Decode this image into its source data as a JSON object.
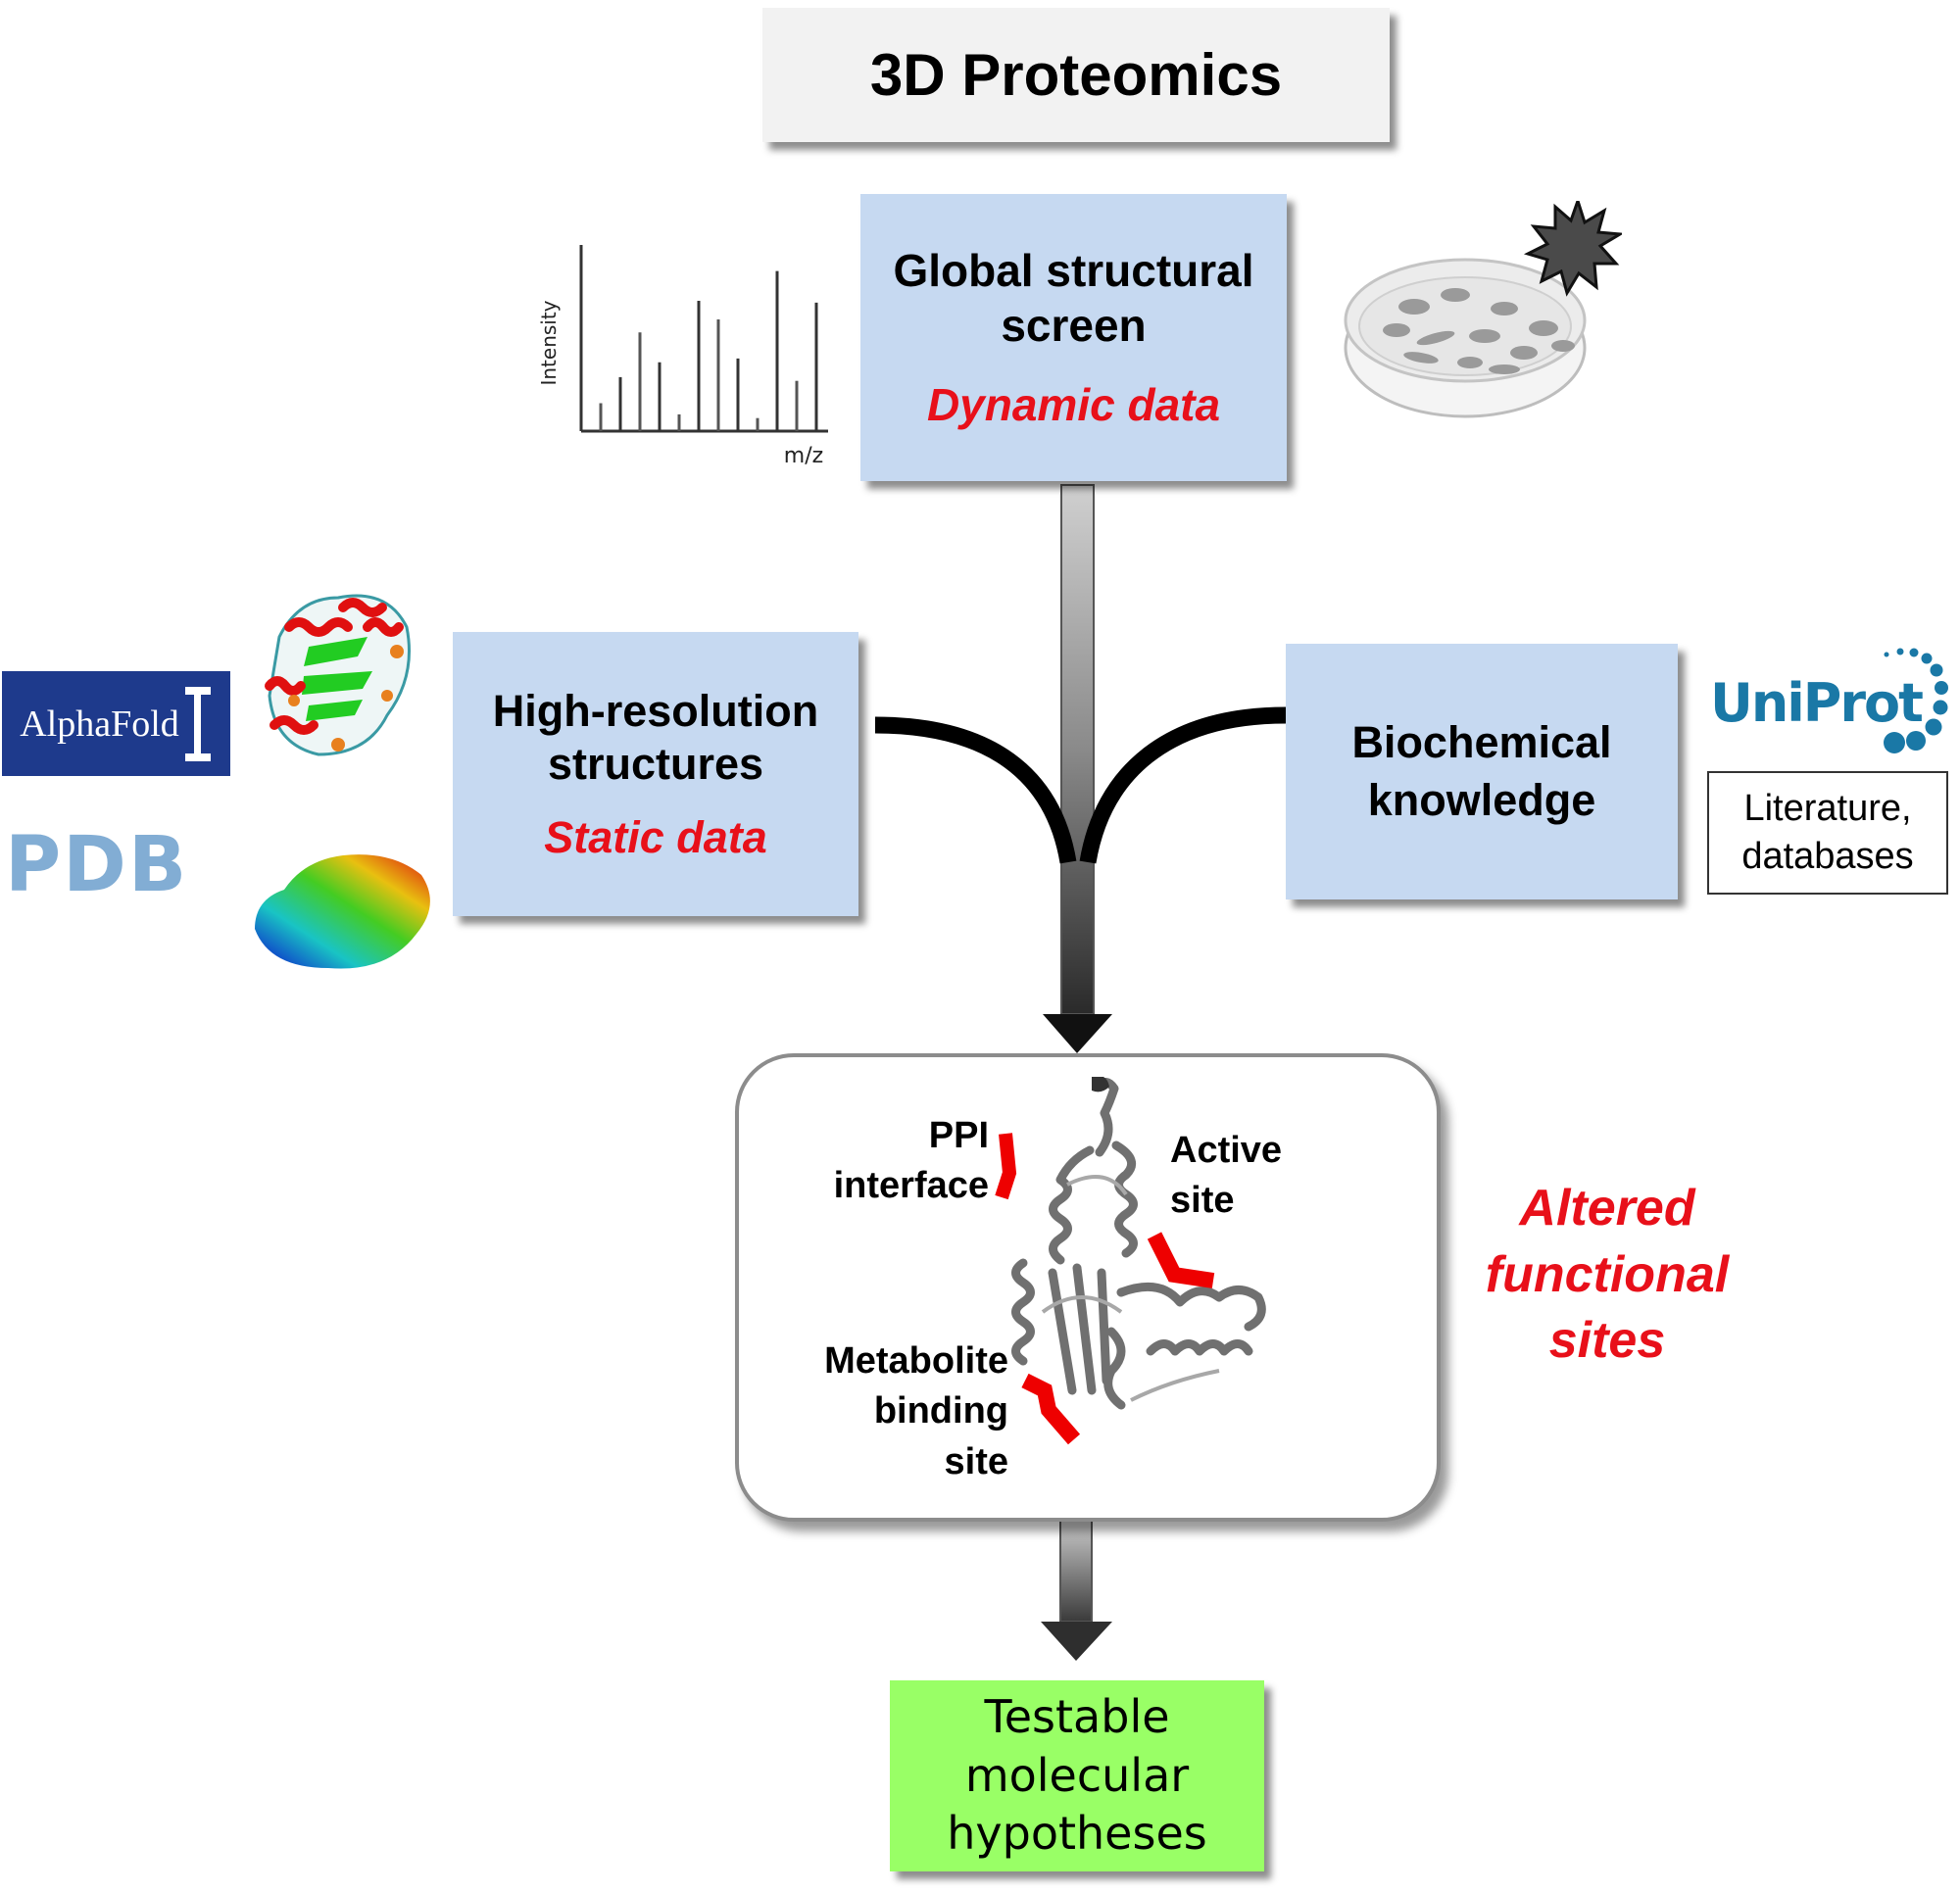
{
  "title": "3D Proteomics",
  "global_box": {
    "line1": "Global structural",
    "line2": "screen",
    "subtitle": "Dynamic data"
  },
  "mass_spec": {
    "y_label": "Intensity",
    "x_label": "m/z",
    "peaks": [
      0.15,
      0.29,
      0.53,
      0.37,
      0.09,
      0.7,
      0.6,
      0.39,
      0.07,
      0.86,
      0.27,
      0.69
    ]
  },
  "high_res_box": {
    "line1": "High-resolution",
    "line2": "structures",
    "subtitle": "Static data"
  },
  "biochem_box": {
    "line1": "Biochemical",
    "line2": "knowledge"
  },
  "logos": {
    "alphafold": "AlphaFold",
    "pdb": "PDB",
    "uniprot": "UniProt"
  },
  "literature_box": {
    "line1": "Literature,",
    "line2": "databases"
  },
  "central_box": {
    "ppi_line1": "PPI",
    "ppi_line2": "interface",
    "active_line1": "Active",
    "active_line2": "site",
    "metabolite_line1": "Metabolite",
    "metabolite_line2": "binding",
    "metabolite_line3": "site"
  },
  "altered_sites": {
    "line1": "Altered",
    "line2": "functional",
    "line3": "sites"
  },
  "output_box": {
    "line1": "Testable",
    "line2": "molecular",
    "line3": "hypotheses"
  },
  "colors": {
    "box_blue": "#c6d9f1",
    "highlight_red": "#e8101a",
    "output_green": "#99ff66",
    "title_gray": "#f2f2f2"
  }
}
